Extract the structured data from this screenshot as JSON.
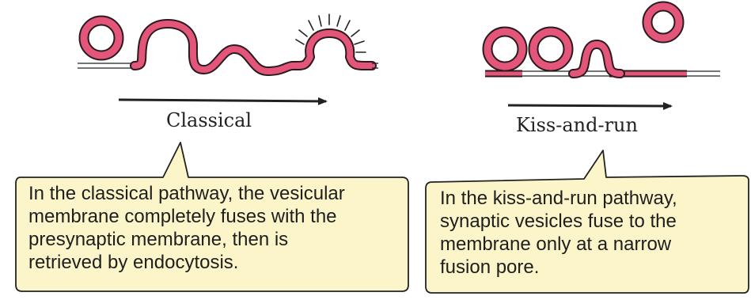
{
  "diagram": {
    "classical": {
      "label": "Classical",
      "callout": [
        "In the classical pathway, the vesicular",
        "membrane completely fuses with the",
        "presynaptic membrane, then is",
        "retrieved by endocytosis."
      ]
    },
    "kiss_and_run": {
      "label": "Kiss-and-run",
      "callout": [
        "In the kiss-and-run pathway,",
        "synaptic vesicles fuse to the",
        "membrane only at a narrow",
        "fusion pore."
      ]
    },
    "colors": {
      "membrane": "#e4557a",
      "membrane_light": "#f4b6c6",
      "outline": "#2b1a1e",
      "callout_fill": "#fbf5c9",
      "line": "#222222"
    }
  }
}
